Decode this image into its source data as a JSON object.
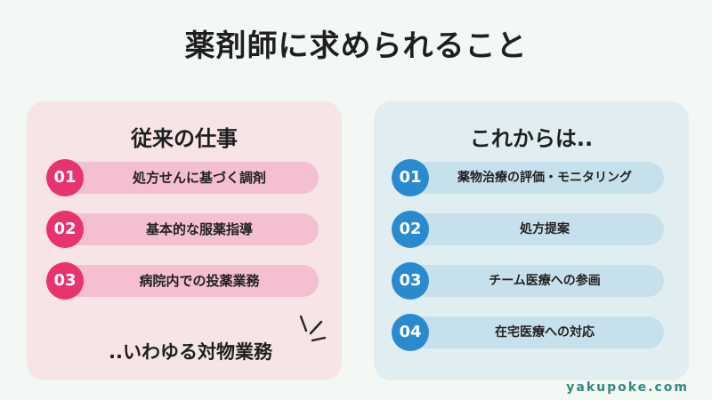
{
  "title": "薬剤師に求められること",
  "left_panel": {
    "heading": "従来の仕事",
    "items": [
      {
        "num": "01",
        "label": "処方せんに基づく調剤"
      },
      {
        "num": "02",
        "label": "基本的な服薬指導"
      },
      {
        "num": "03",
        "label": "病院内での投薬業務"
      }
    ],
    "footnote": "..いわゆる対物業務"
  },
  "right_panel": {
    "heading": "これからは..",
    "items": [
      {
        "num": "01",
        "label": "薬物治療の評価・モニタリング"
      },
      {
        "num": "02",
        "label": "処方提案"
      },
      {
        "num": "03",
        "label": "チーム医療への参画"
      },
      {
        "num": "04",
        "label": "在宅医療への対応"
      }
    ]
  },
  "footer": {
    "brand": "yakupoke.com"
  },
  "colors": {
    "background": "#f3f8f5",
    "left_panel_bg": "#f7e4e7",
    "left_accent": "#e8336e",
    "left_bar": "#f4bfd0",
    "right_panel_bg": "#e0eef2",
    "right_accent": "#2a8ad0",
    "right_bar": "#c7e1ec",
    "brand": "#2f8a7d"
  }
}
